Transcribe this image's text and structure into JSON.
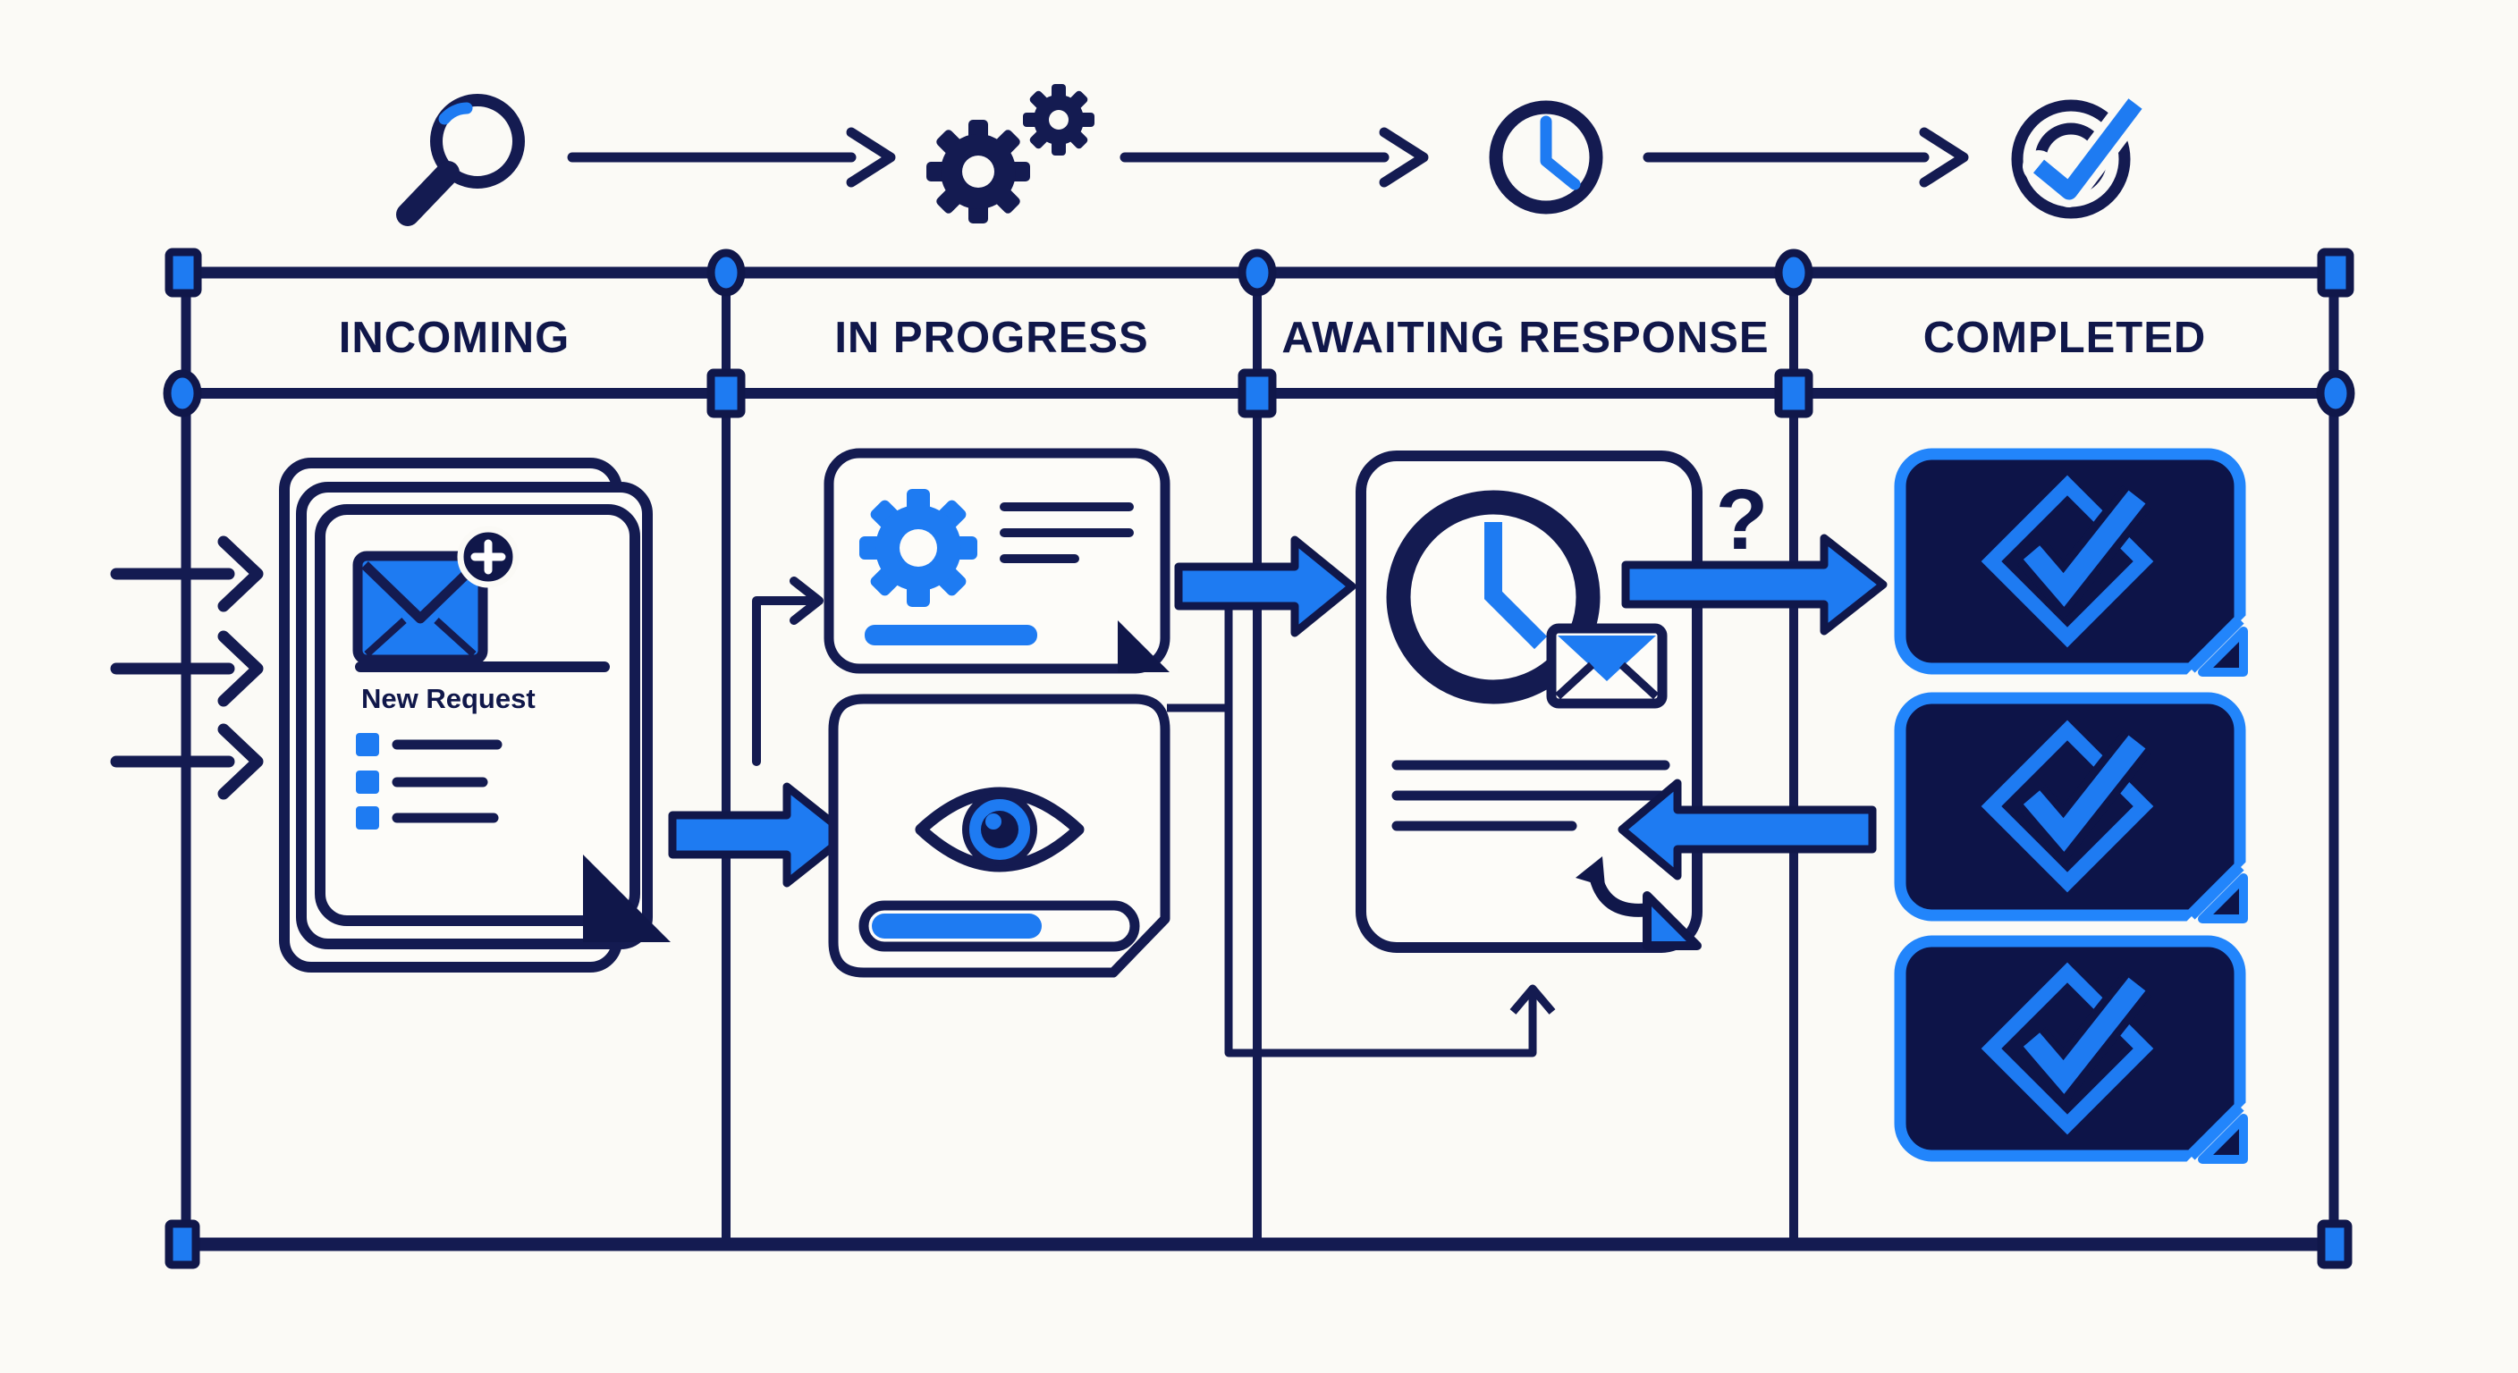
{
  "board": {
    "columns": [
      {
        "label": "INCOMING"
      },
      {
        "label": "IN PROGRESS"
      },
      {
        "label": "AWAITING RESPONSE"
      },
      {
        "label": "COMPLETED"
      }
    ]
  },
  "process_strip": {
    "steps": [
      {
        "icon": "magnifier-icon"
      },
      {
        "icon": "gears-icon"
      },
      {
        "icon": "clock-icon"
      },
      {
        "icon": "target-check-icon"
      }
    ]
  },
  "incoming": {
    "card_title": "New Request",
    "entry_arrows": 3,
    "stack_sheets": 3,
    "checklist_items": 3,
    "icons": [
      "envelope-plus-icon",
      "checklist-icon"
    ]
  },
  "in_progress": {
    "cards": [
      {
        "icon": "gear-icon",
        "text_lines": 3,
        "has_blue_bar": true
      },
      {
        "icon": "eye-icon",
        "progress_percent": 63
      }
    ]
  },
  "awaiting": {
    "question_mark": "?",
    "text_lines": 3,
    "icons": [
      "clock-icon",
      "envelope-icon",
      "reply-arrow-icon"
    ]
  },
  "completed": {
    "cards": 3,
    "icon": "check-diamond-icon"
  },
  "colors": {
    "background": "#fbfaf6",
    "ink": "#141b51",
    "ink_deep": "#10174a",
    "blue": "#1e7bf2",
    "blue_bright": "#2285fb",
    "card_dark": "#0d1448",
    "card_white": "#fdfcf9"
  }
}
